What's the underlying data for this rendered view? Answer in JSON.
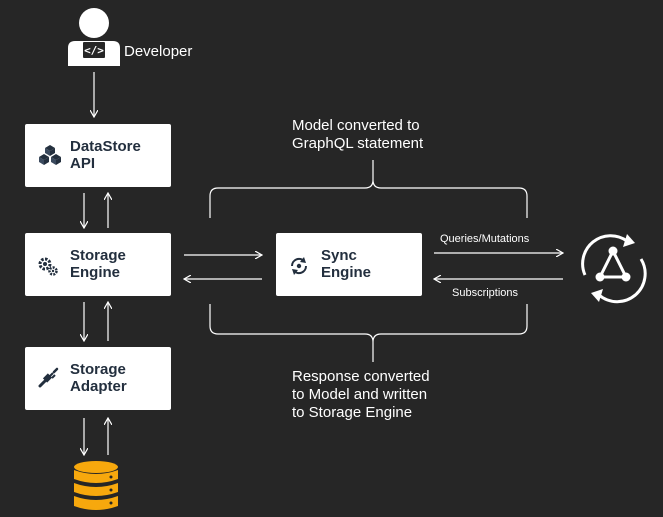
{
  "colors": {
    "background": "#262626",
    "box": "#ffffff",
    "box_text": "#232f3e",
    "icon_blue": "#232f3e",
    "arrow": "#ffffff",
    "database": "#f7a80d"
  },
  "developer": {
    "label": "Developer",
    "icon": "developer-code-icon"
  },
  "boxes": {
    "datastore_api": {
      "label": "DataStore\nAPI",
      "icon": "cubes-icon"
    },
    "storage_engine": {
      "label": "Storage\nEngine",
      "icon": "gears-icon"
    },
    "storage_adapter": {
      "label": "Storage\nAdapter",
      "icon": "plug-icon"
    },
    "sync_engine": {
      "label": "Sync\nEngine",
      "icon": "sync-icon"
    }
  },
  "notes": {
    "top": "Model converted to\nGraphQL statement",
    "bottom": "Response converted\nto Model and written\nto Storage Engine"
  },
  "edges": {
    "queries": "Queries/Mutations",
    "subscriptions": "Subscriptions"
  },
  "icons": {
    "database": "database-icon",
    "appsync": "appsync-graph-icon"
  }
}
